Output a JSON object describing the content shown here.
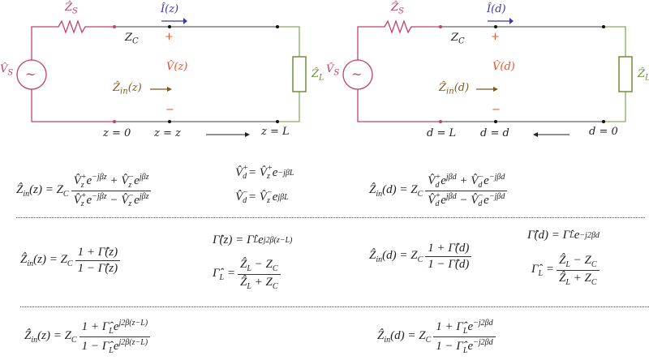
{
  "colors": {
    "source": "#c2406a",
    "line": "#555555",
    "load": "#6f8f3a",
    "current": "#3a3aa0",
    "voltage": "#e8502a",
    "zin": "#7a5a20"
  },
  "left_circuit": {
    "zs": "Ẑ_{S}",
    "vs": "V̂_{S}",
    "current": "Î(z)",
    "zc": "Z_{C}",
    "plus": "+",
    "minus": "−",
    "voltage": "V̂(z)",
    "zin": "Ẑ_{in}(z)",
    "zl": "Ẑ_{L}",
    "pos0": "z = 0",
    "posz": "z = z",
    "posL": "z = L"
  },
  "right_circuit": {
    "zs": "Ẑ_{S}",
    "vs": "V̂_{S}",
    "current": "Î(d)",
    "zc": "Z_{C}",
    "plus": "+",
    "minus": "−",
    "voltage": "V̂(d)",
    "zin": "Ẑ_{in}(d)",
    "zl": "Ẑ_{L}",
    "posL": "d = L",
    "posd": "d = d",
    "pos0": "d = 0"
  },
  "equations": {
    "r1a": {
      "lhs": "Ẑ_{in}(z) = Z_{C}",
      "num": "V̂_{z}^{+}e^{−jβz} + V̂_{z}^{−}e^{jβz}",
      "den": "V̂_{z}^{+}e^{−jβz} − V̂_{z}^{−}e^{jβz}"
    },
    "r1b": {
      "l1": "V̂_{d}^{+} = V̂_{z}^{+}e^{−jβL}",
      "l2": "V̂_{d}^{−} = V̂_{z}^{−}e^{jβL}"
    },
    "r1c": {
      "lhs": "Ẑ_{in}(d) = Z_{C}",
      "num": "V̂_{d}^{+}e^{jβd} + V̂_{d}^{−}e^{−jβd}",
      "den": "V̂_{d}^{+}e^{jβd} − V̂_{d}^{−}e^{−jβd}"
    },
    "r2a": {
      "lhs": "Ẑ_{in}(z) = Z_{C}",
      "num": "1 + Γ̂(z)",
      "den": "1 − Γ̂(z)"
    },
    "r2b": {
      "l1": "Γ̂(z) = Γ̂_{L}e^{j2β(z−L)}",
      "lhs": "Γ̂_{L} =",
      "num": "Ẑ_{L} − Z_{C}",
      "den": "Ẑ_{L} + Z_{C}"
    },
    "r2c": {
      "lhs": "Ẑ_{in}(d) = Z_{C}",
      "num": "1 + Γ̂(d)",
      "den": "1 − Γ̂(d)"
    },
    "r2d": {
      "l1": "Γ̂(d) = Γ̂_{L}e^{−j2βd}",
      "lhs": "Γ̂_{L} =",
      "num": "Ẑ_{L} − Z_{C}",
      "den": "Ẑ_{L} + Z_{C}"
    },
    "r3a": {
      "lhs": "Ẑ_{in}(z) = Z_{C}",
      "num": "1 + Γ̂_{L}e^{j2β(z−L)}",
      "den": "1 − Γ̂_{L}e^{j2β(z−L)}"
    },
    "r3b": {
      "lhs": "Ẑ_{in}(d) = Z_{C}",
      "num": "1 + Γ̂_{L}e^{−j2βd}",
      "den": "1 − Γ̂_{L}e^{−j2βd}"
    }
  }
}
